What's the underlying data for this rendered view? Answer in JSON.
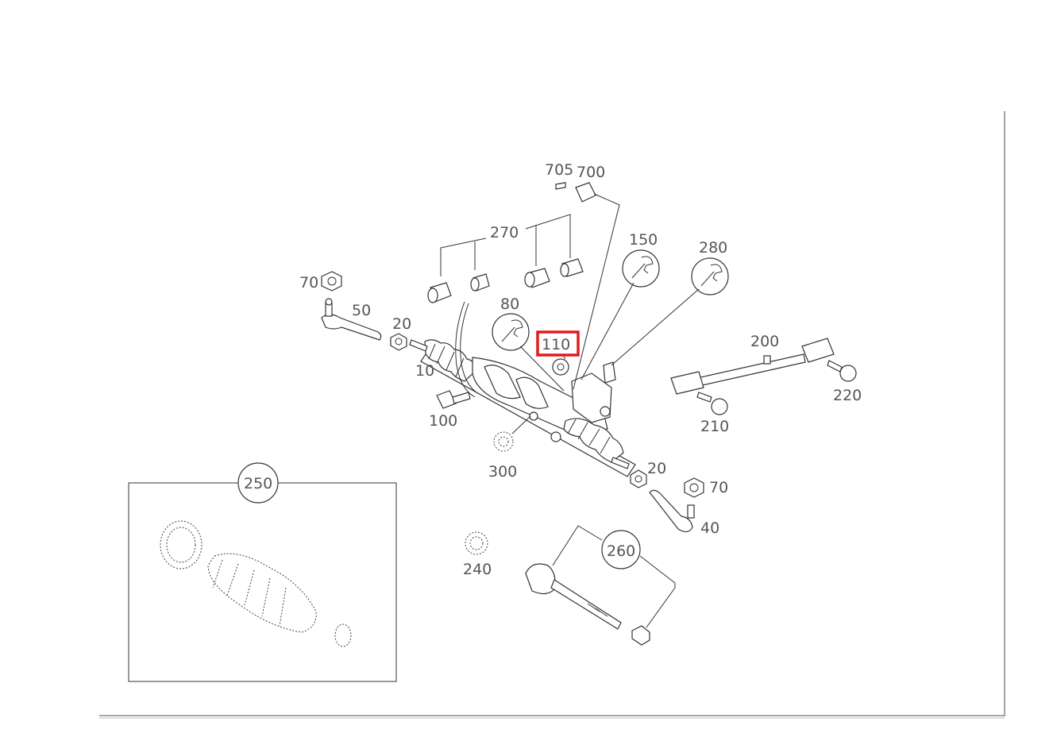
{
  "diagram": {
    "labels": {
      "l10": "10",
      "l20a": "20",
      "l20b": "20",
      "l40": "40",
      "l50": "50",
      "l70a": "70",
      "l70b": "70",
      "l80": "80",
      "l100": "100",
      "l110": "110",
      "l150": "150",
      "l200": "200",
      "l210": "210",
      "l220": "220",
      "l240": "240",
      "l250": "250",
      "l260": "260",
      "l270": "270",
      "l280": "280",
      "l300": "300",
      "l700": "700",
      "l705": "705"
    },
    "highlighted_part": "110",
    "highlight_color": "#e11b1b"
  }
}
